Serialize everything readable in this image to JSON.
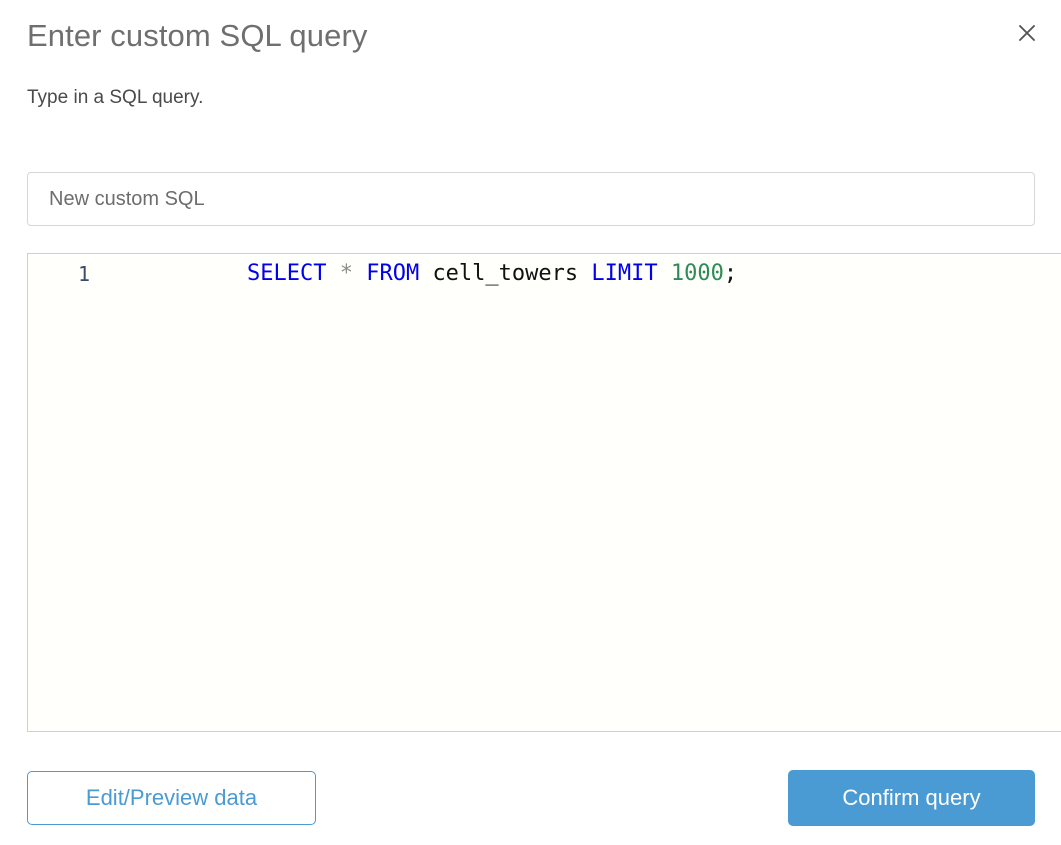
{
  "dialog": {
    "title": "Enter custom SQL query",
    "subtitle": "Type in a SQL query.",
    "close_icon": "close-icon"
  },
  "name_field": {
    "value": "",
    "placeholder": "New custom SQL"
  },
  "editor": {
    "line_numbers": [
      "1"
    ],
    "query_text": "SELECT * FROM cell_towers LIMIT 1000;",
    "tokens": [
      {
        "text": "SELECT",
        "type": "keyword"
      },
      {
        "text": " ",
        "type": "plain"
      },
      {
        "text": "*",
        "type": "operator"
      },
      {
        "text": " ",
        "type": "plain"
      },
      {
        "text": "FROM",
        "type": "keyword"
      },
      {
        "text": " ",
        "type": "plain"
      },
      {
        "text": "cell_towers",
        "type": "identifier"
      },
      {
        "text": " ",
        "type": "plain"
      },
      {
        "text": "LIMIT",
        "type": "keyword"
      },
      {
        "text": " ",
        "type": "plain"
      },
      {
        "text": "1000",
        "type": "number"
      },
      {
        "text": ";",
        "type": "punctuation"
      }
    ]
  },
  "footer": {
    "secondary_label": "Edit/Preview data",
    "primary_label": "Confirm query"
  },
  "colors": {
    "accent": "#4a9ad4",
    "title": "#6f6f6f",
    "subtitle": "#4a4a4a",
    "keyword": "#0000ee",
    "number": "#2e8b57",
    "operator": "#8b8b8b",
    "gutter": "#3b4a68",
    "border": "#d6d6d6"
  }
}
